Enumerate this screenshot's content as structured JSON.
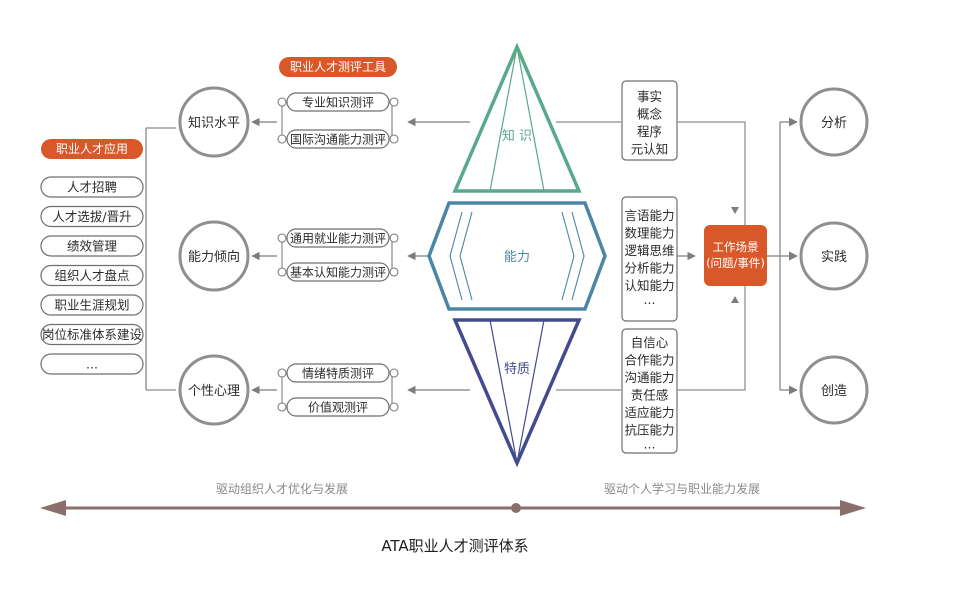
{
  "left_badge": "职业人才应用",
  "left_items": [
    "人才招聘",
    "人才选拔/晋升",
    "绩效管理",
    "组织人才盘点",
    "职业生涯规划",
    "岗位标准体系建设",
    "..."
  ],
  "tools_badge": "职业人才测评工具",
  "circles_left": [
    "知识水平",
    "能力倾向",
    "个性心理"
  ],
  "tools": [
    [
      "专业知识测评",
      "国际沟通能力测评"
    ],
    [
      "通用就业能力测评",
      "基本认知能力测评"
    ],
    [
      "情绪特质测评",
      "价值观测评"
    ]
  ],
  "shape_labels": {
    "knowledge": "知 识",
    "ability": "能力",
    "trait": "特质"
  },
  "right_lists": {
    "knowledge": [
      "事实",
      "概念",
      "程序",
      "元认知"
    ],
    "ability": [
      "言语能力",
      "数理能力",
      "逻辑思维",
      "分析能力",
      "认知能力",
      "···"
    ],
    "trait": [
      "自信心",
      "合作能力",
      "沟通能力",
      "责任感",
      "适应能力",
      "抗压能力",
      "···"
    ]
  },
  "work_scene": [
    "工作场景",
    "(问题/事件)"
  ],
  "circles_right": [
    "分析",
    "实践",
    "创造"
  ],
  "captions": {
    "left": "驱动组织人才优化与发展",
    "right": "驱动个人学习与职业能力发展"
  },
  "title": "ATA职业人才测评体系",
  "colors": {
    "orange": "#d9582a",
    "teal": "#5aa98a",
    "steel": "#4b86a6",
    "navy": "#434b8f",
    "gray": "#8a8a8a"
  }
}
